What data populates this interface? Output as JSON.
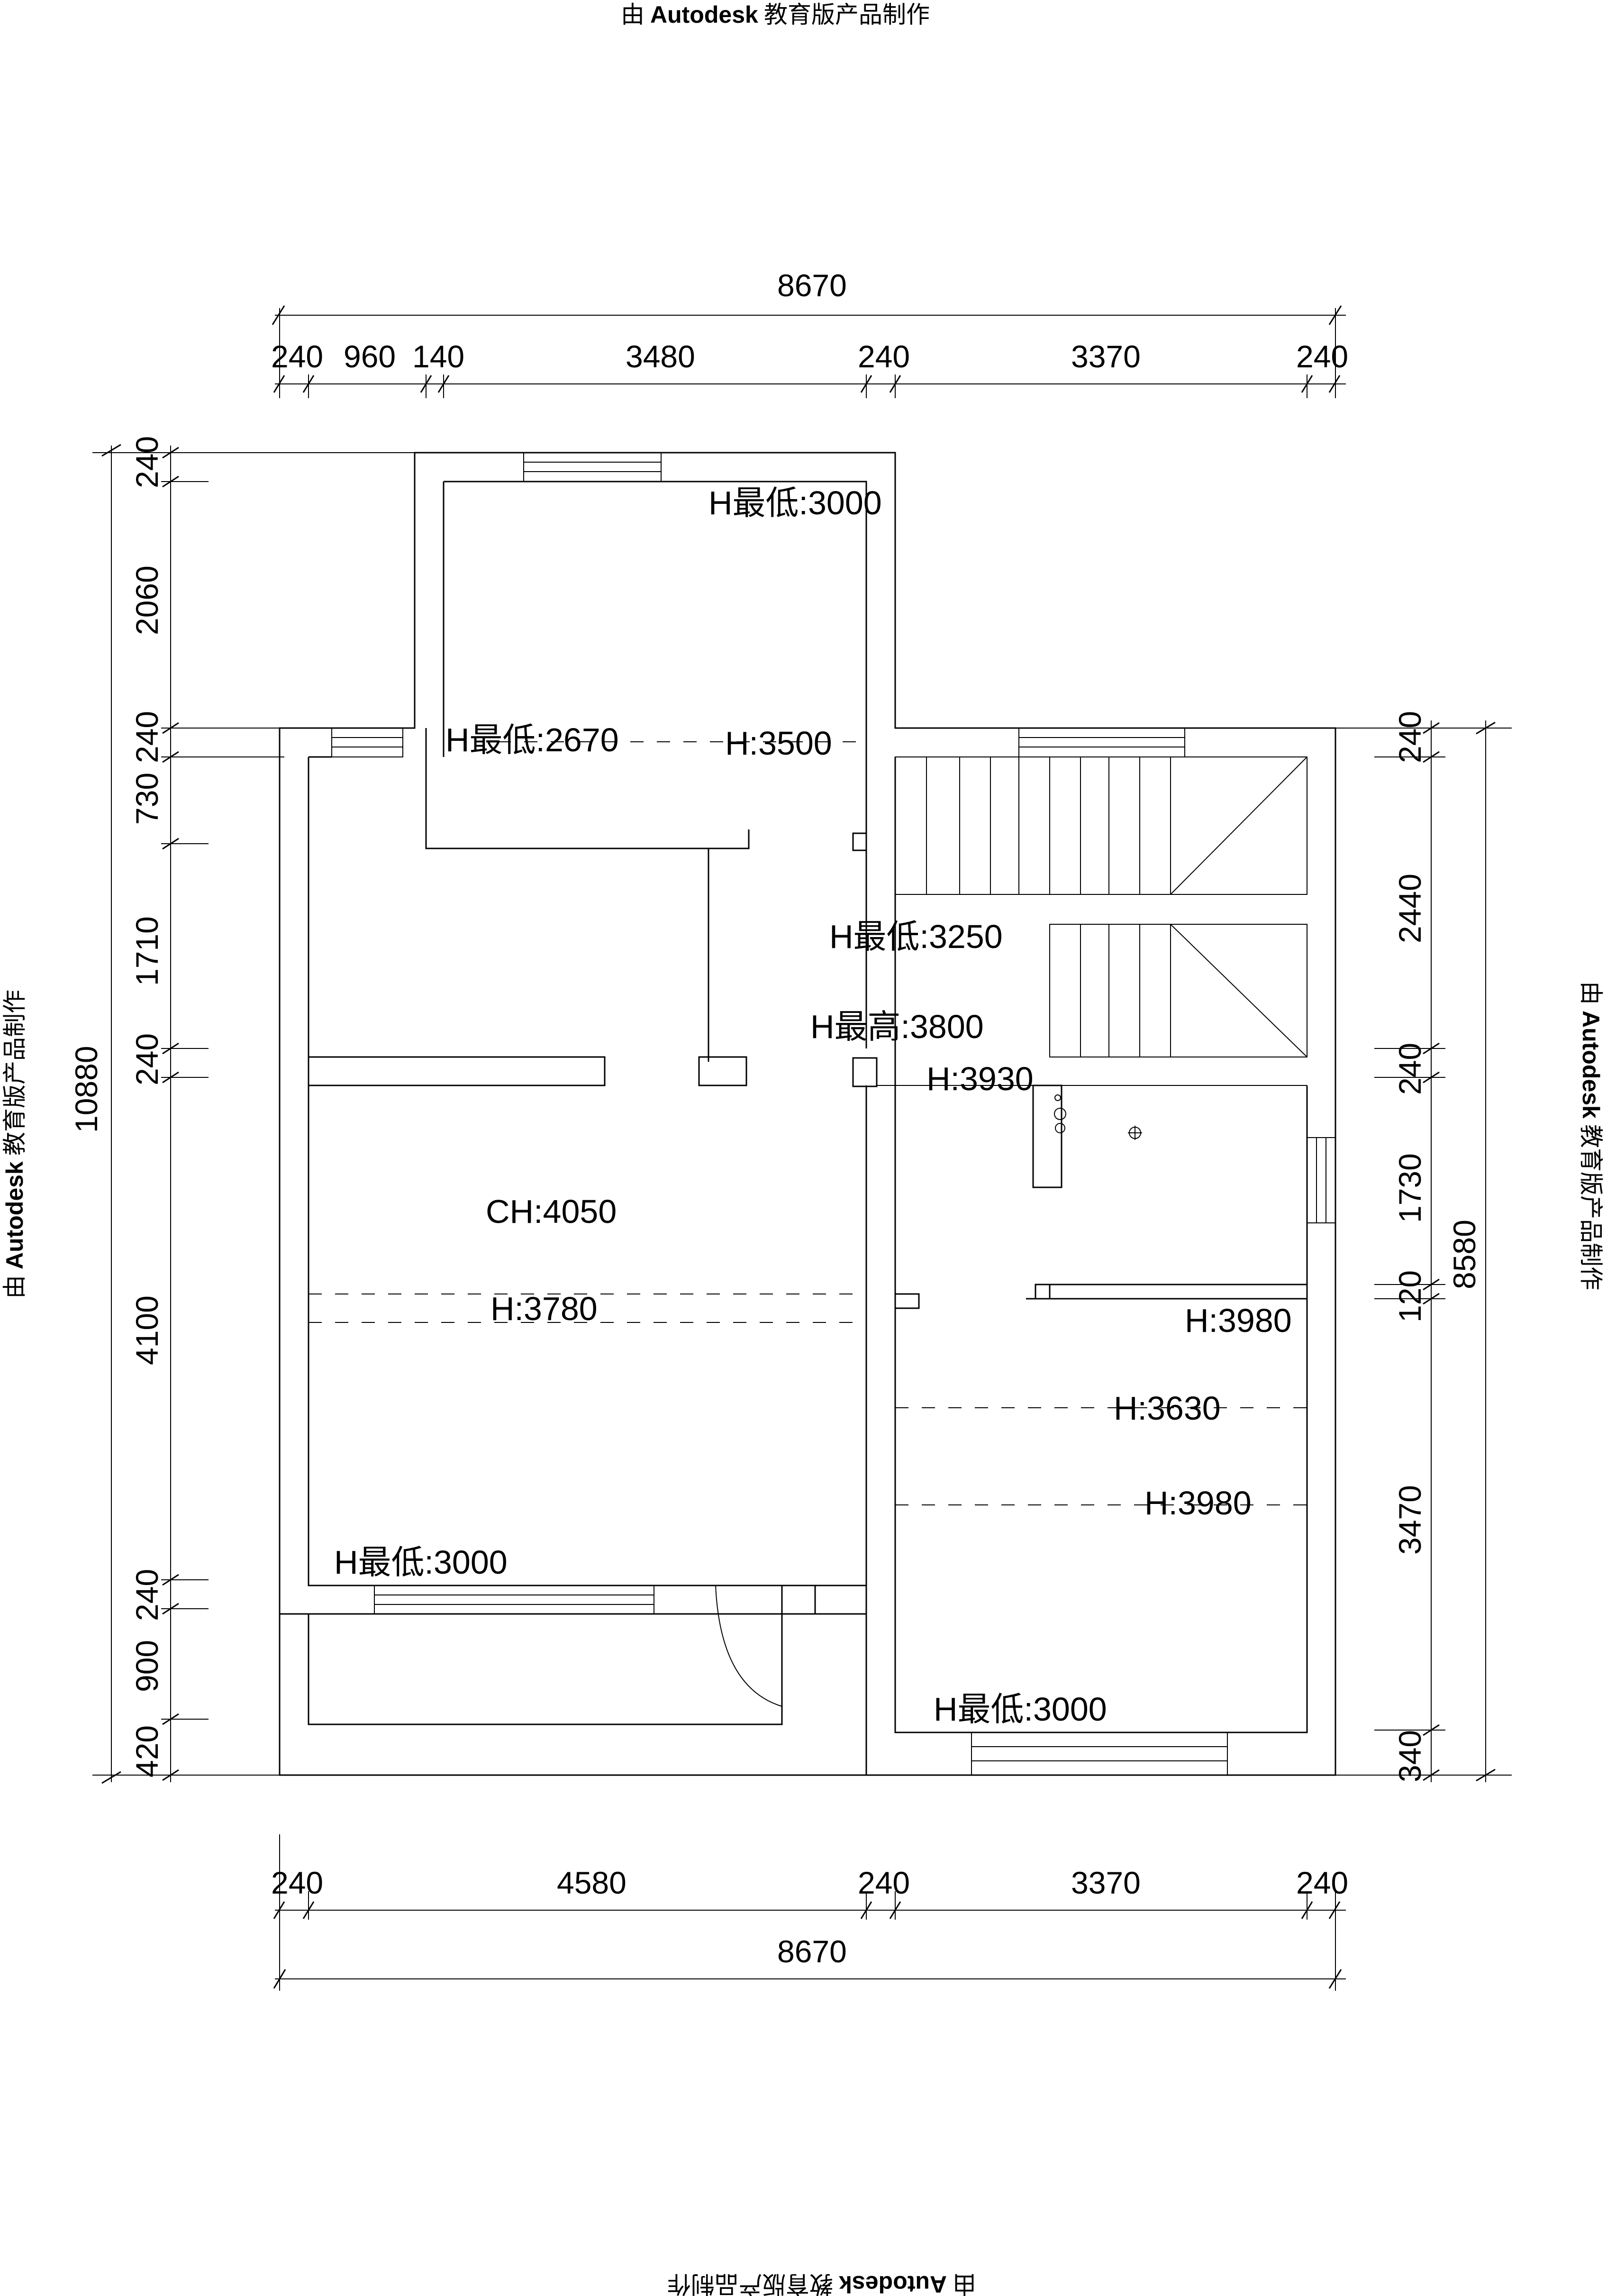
{
  "watermark": {
    "prefix": "由",
    "brand": "Autodesk",
    "suffix": "教育版产品制作"
  },
  "dimensions": {
    "top_total": "8670",
    "top_segments": [
      "240",
      "960",
      "140",
      "3480",
      "240",
      "3370",
      "240"
    ],
    "bottom_segments": [
      "240",
      "4580",
      "240",
      "3370",
      "240"
    ],
    "bottom_total": "8670",
    "left_segments": [
      "240",
      "2060",
      "240",
      "730",
      "1710",
      "240",
      "4100",
      "240",
      "900",
      "420"
    ],
    "left_total": "10880",
    "right_segments": [
      "240",
      "2440",
      "240",
      "1730",
      "120",
      "3470",
      "340"
    ],
    "right_total": "8580"
  },
  "labels": {
    "top_room_min": "H最低:3000",
    "corridor_min": "H最低:2670",
    "corridor_h": "H:3500",
    "stair_min": "H最低:3250",
    "stair_max": "H最高:3800",
    "stair_h": "H:3930",
    "main_ch": "CH:4050",
    "main_h": "H:3780",
    "right_h1": "H:3980",
    "right_h2": "H:3630",
    "right_h3": "H:3980",
    "bottom_left_min": "H最低:3000",
    "bottom_right_min": "H最低:3000"
  }
}
